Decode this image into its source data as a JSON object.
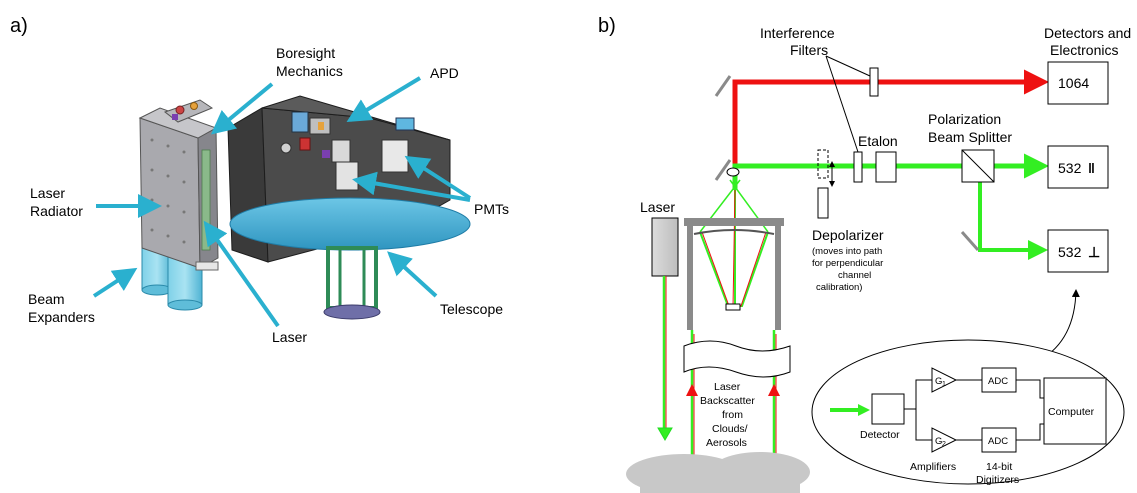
{
  "panel_a": {
    "panel_label": "a)",
    "labels": {
      "boresight_1": "Boresight",
      "boresight_2": "Mechanics",
      "apd": "APD",
      "laser_radiator_1": "Laser",
      "laser_radiator_2": "Radiator",
      "pmts": "PMTs",
      "beam_expanders_1": "Beam",
      "beam_expanders_2": "Expanders",
      "telescope": "Telescope",
      "laser": "Laser"
    }
  },
  "panel_b": {
    "panel_label": "b)",
    "labels": {
      "interference_1": "Interference",
      "interference_2": "Filters",
      "detectors_1": "Detectors and",
      "detectors_2": "Electronics",
      "etalon": "Etalon",
      "pol_splitter_1": "Polarization",
      "pol_splitter_2": "Beam Splitter",
      "laser": "Laser",
      "depolarizer": "Depolarizer",
      "depol_note_1": "(moves into path",
      "depol_note_2": "for perpendicular",
      "depol_note_3": "channel",
      "depol_note_4": "calibration)",
      "backscatter_1": "Laser",
      "backscatter_2": "Backscatter",
      "backscatter_3": "from",
      "backscatter_4": "Clouds/",
      "backscatter_5": "Aerosols"
    },
    "detector_boxes": {
      "ch_1064": "1064",
      "ch_532_par": "532",
      "ch_532_par_symbol": "‖",
      "ch_532_perp": "532",
      "ch_532_perp_symbol": "⊥"
    },
    "electronics": {
      "detector": "Detector",
      "g1": "G",
      "g1_sub": "1",
      "g2": "G",
      "g2_sub": "2",
      "adc_1": "ADC",
      "adc_2": "ADC",
      "computer": "Computer",
      "amplifiers": "Amplifiers",
      "digitizers_1": "14-bit",
      "digitizers_2": "Digitizers"
    }
  },
  "colors": {
    "beam_1064": "#ee1111",
    "beam_532": "#33ee22",
    "callout_arrow": "#2ab0cf",
    "instrument_plate": "#3b3b3b",
    "telescope": "#3fa9cf",
    "cloud": "#c8c8c8"
  }
}
